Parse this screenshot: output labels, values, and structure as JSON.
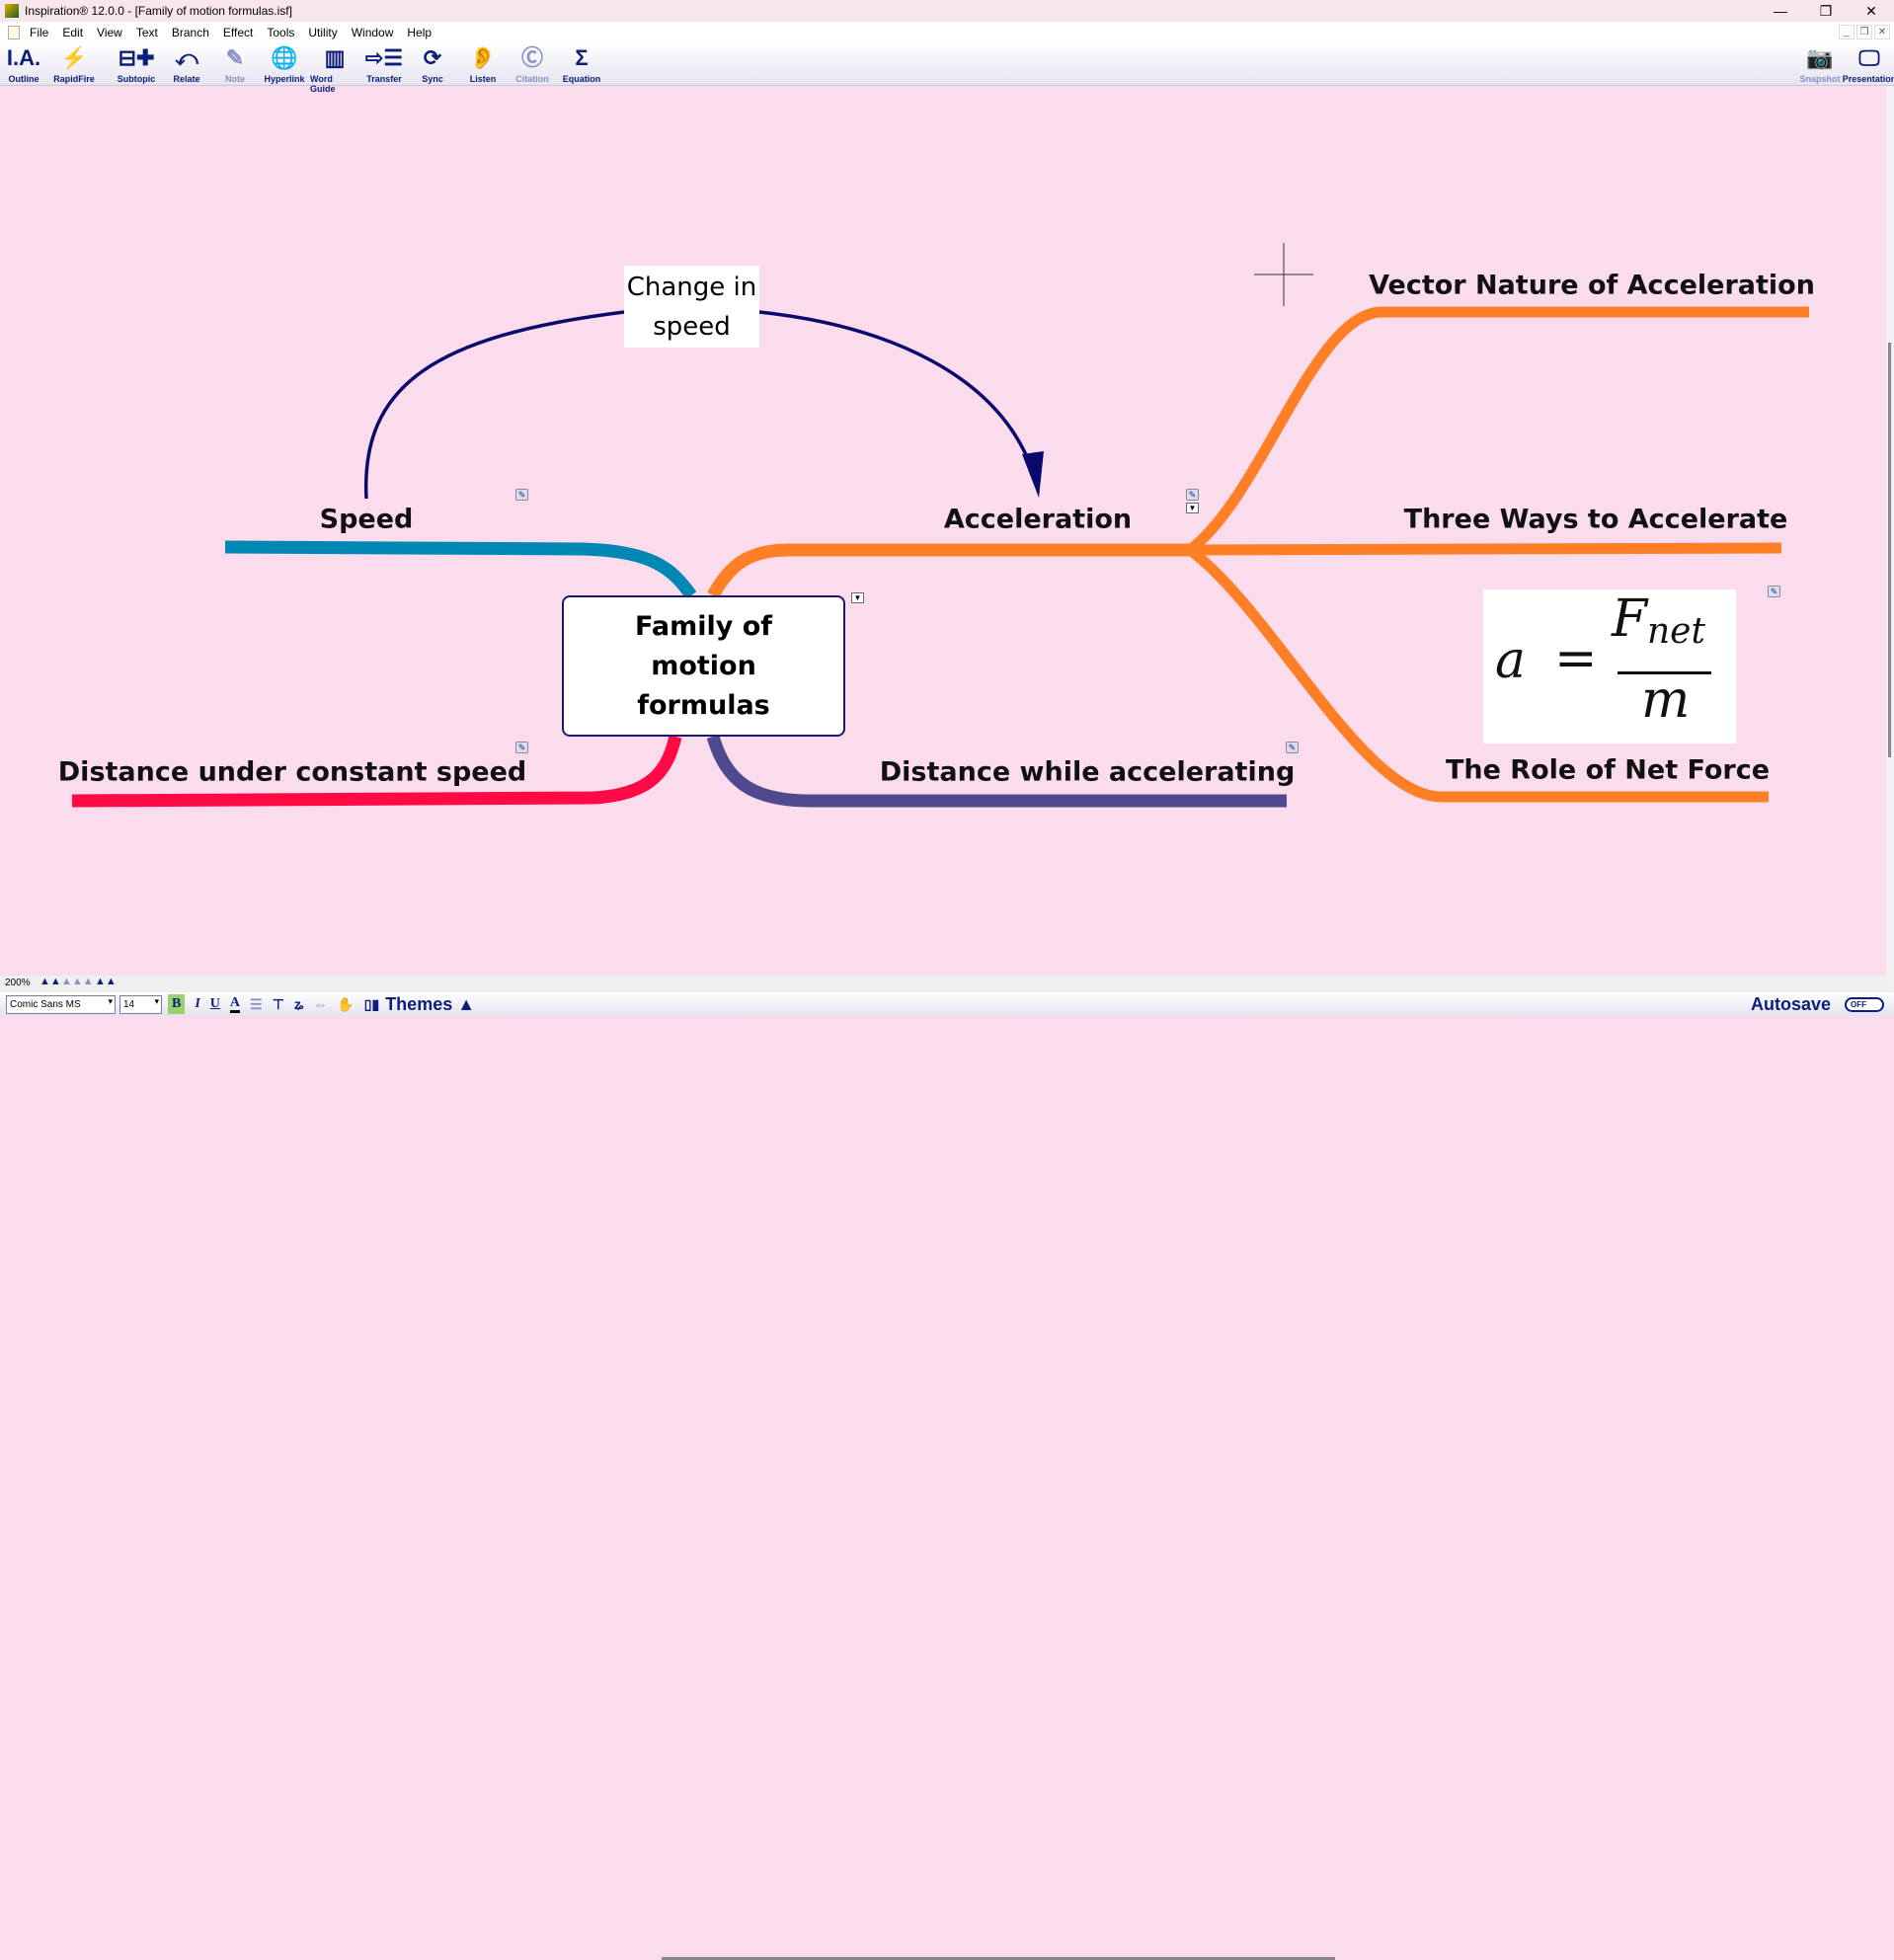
{
  "window": {
    "title": "Inspiration® 12.0.0 - [Family of motion formulas.isf]",
    "controls": [
      "—",
      "❐",
      "✕"
    ],
    "mdi_controls": [
      "_",
      "❐",
      "✕"
    ]
  },
  "menu": [
    "File",
    "Edit",
    "View",
    "Text",
    "Branch",
    "Effect",
    "Tools",
    "Utility",
    "Window",
    "Help"
  ],
  "toolbar": [
    {
      "label": "Outline",
      "icon": "outline-icon",
      "glyph": "I.A."
    },
    {
      "label": "RapidFire",
      "icon": "rapidfire-icon",
      "glyph": "⚡"
    },
    {
      "label": "Subtopic",
      "icon": "subtopic-icon",
      "glyph": "⊟✚"
    },
    {
      "label": "Relate",
      "icon": "relate-icon",
      "glyph": "⤺"
    },
    {
      "label": "Note",
      "icon": "note-icon",
      "glyph": "✎"
    },
    {
      "label": "Hyperlink",
      "icon": "globe-icon",
      "glyph": "🌐"
    },
    {
      "label": "Word Guide",
      "icon": "books-icon",
      "glyph": "▥"
    },
    {
      "label": "Transfer",
      "icon": "transfer-icon",
      "glyph": "⇨☰"
    },
    {
      "label": "Sync",
      "icon": "sync-icon",
      "glyph": "⟳"
    },
    {
      "label": "Listen",
      "icon": "ear-icon",
      "glyph": "👂"
    },
    {
      "label": "Citation",
      "icon": "citation-icon",
      "glyph": "Ⓒ"
    },
    {
      "label": "Equation",
      "icon": "sigma-icon",
      "glyph": "Σ"
    }
  ],
  "toolbar_right": [
    {
      "label": "Snapshot",
      "glyph": "📷"
    },
    {
      "label": "Presentation",
      "glyph": "🖵"
    }
  ],
  "map": {
    "center": "Family of motion formulas",
    "link_label": "Change in speed",
    "topics": {
      "speed": "Speed",
      "acceleration": "Acceleration",
      "distance_constant": "Distance under constant speed",
      "distance_accel": "Distance while accelerating",
      "vector": "Vector Nature of Acceleration",
      "three_ways": "Three Ways to Accelerate",
      "net_force": "The Role of Net Force"
    },
    "equation": {
      "lhs": "a",
      "eq": "=",
      "num": "F",
      "sub": "net",
      "den": "m"
    }
  },
  "colors": {
    "speed": "#0088b5",
    "acceleration": "#ff7f27",
    "distance_constant": "#ff0a45",
    "distance_accel": "#4f4a8f",
    "link": "#0a0a6e"
  },
  "status": {
    "zoom": "200%"
  },
  "format": {
    "font": "Comic Sans MS",
    "size": "14",
    "bold": "B",
    "italic": "I",
    "underline": "U",
    "color": "A",
    "themes": "Themes ▲",
    "autosave": "Autosave",
    "autosave_state": "OFF"
  }
}
